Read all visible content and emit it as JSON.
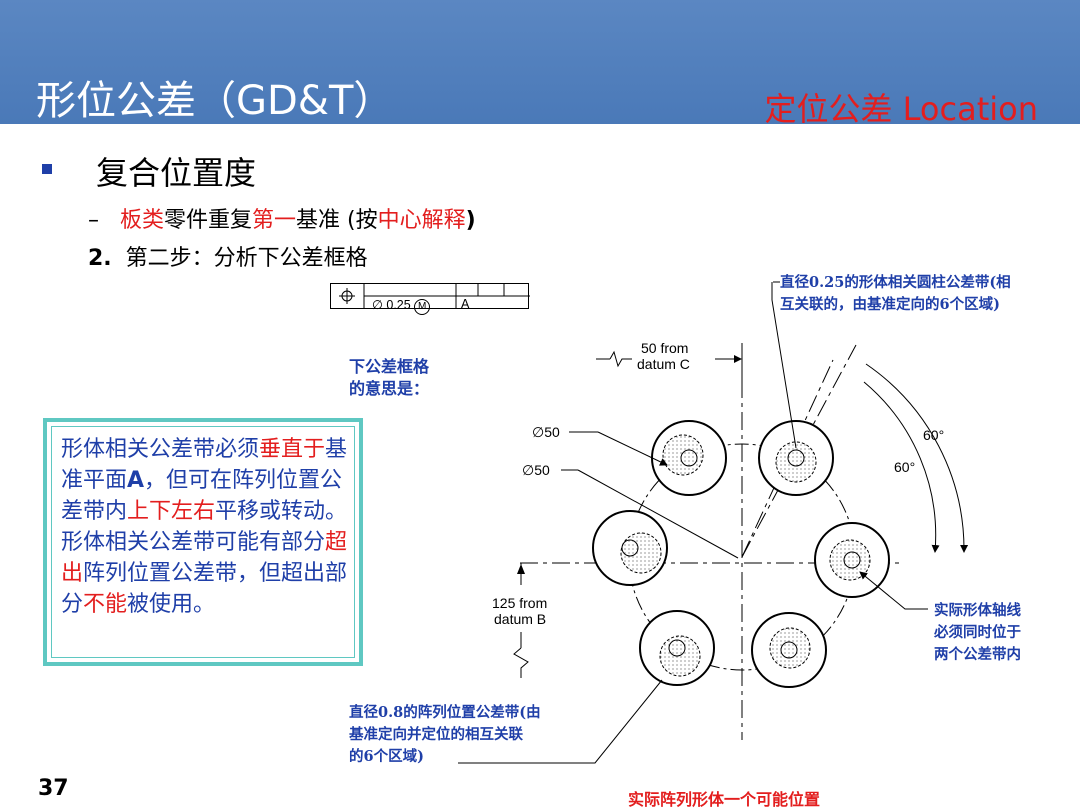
{
  "header": {
    "title": "形位公差（GD&T）",
    "subtitle": "定位公差 Location"
  },
  "body": {
    "heading": "复合位置度",
    "line2": {
      "dash": "–",
      "p1": "板类",
      "p2": "零件重复",
      "p3": "第一",
      "p4": "基准 (按",
      "p5": "中心解释",
      "p6": ")"
    },
    "line3": {
      "num": "2.",
      "text": "第二步：分析下公差框格"
    }
  },
  "fcf": {
    "tol": "∅ 0.25",
    "mod": "M",
    "datum": "A"
  },
  "meaning": {
    "line1": "下公差框格",
    "line2": "的意思是："
  },
  "callout": {
    "t1": "形体相关公差带必须",
    "t2": "垂直于",
    "t3": "基准平面",
    "t4": "A",
    "t5": "，但可在阵列位置公差带内",
    "t6": "上下左右",
    "t7": "平移或转动。形体相关公差带可能有部分",
    "t8": "超出",
    "t9": "阵列位置公差带，但超出部分",
    "t10": "不能",
    "t11": "被使用。"
  },
  "diagram": {
    "dim_c_1": "50 from",
    "dim_c_2": "datum C",
    "dim_b_1": "125 from",
    "dim_b_2": "datum B",
    "dia1": "∅50",
    "dia2": "∅50",
    "ang1": "60°",
    "ang2": "60°"
  },
  "notes": {
    "top_right": [
      "直径0.25的形体相关圆柱公差带(相",
      "互关联的，由基准定向的6个区域)"
    ],
    "right": [
      "实际形体轴线",
      "必须同时位于",
      "两个公差带内"
    ],
    "bottom": [
      "直径0.8的阵列位置公差带(由",
      "基准定向并定位的相互关联",
      "的6个区域)"
    ],
    "bottom_red": "实际阵列形体一个可能位置"
  },
  "page_number": "37"
}
